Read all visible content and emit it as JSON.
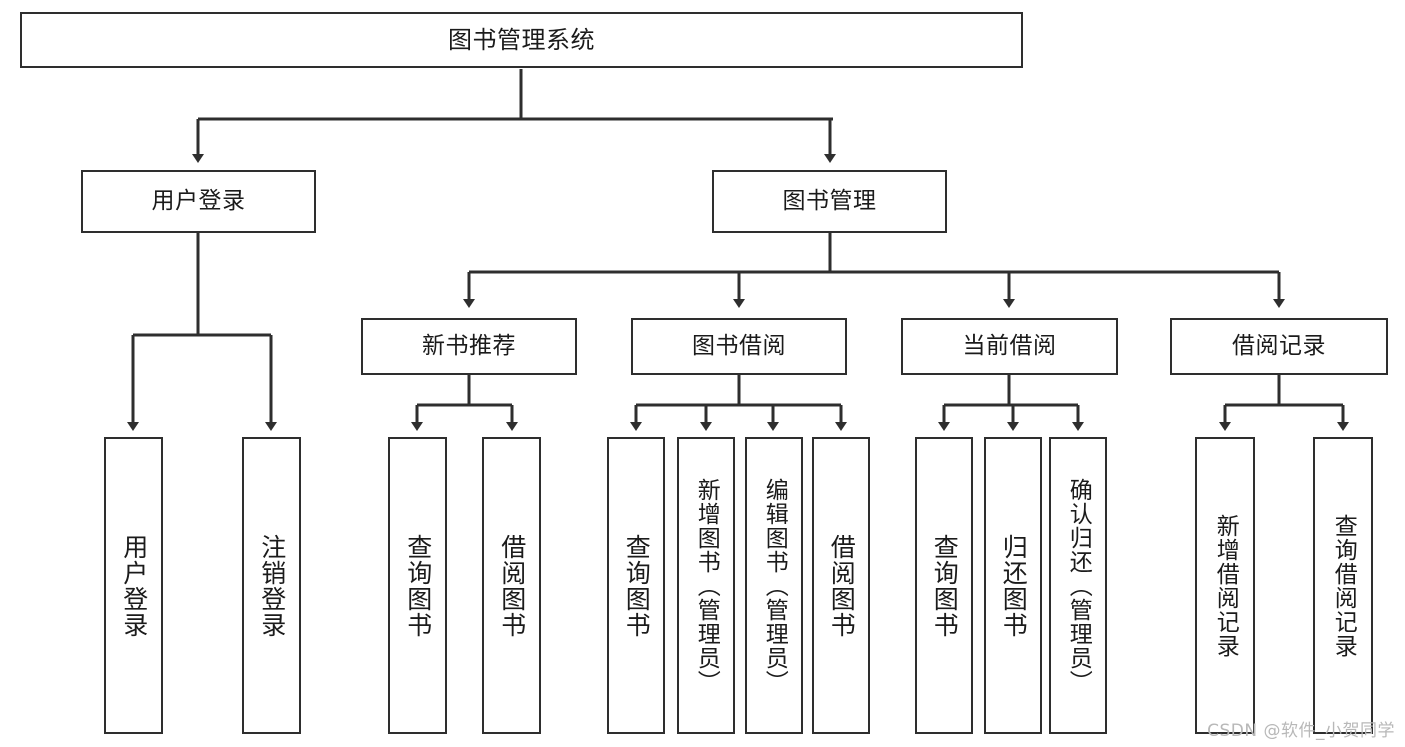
{
  "diagram": {
    "title": "图书管理系统",
    "type": "tree",
    "watermark": "CSDN @软件_小贺同学",
    "stroke_color": "#2e2e2e",
    "fill_color": "#ffffff",
    "text_color": "#1b1b1b",
    "watermark_color": "#b8b8b8"
  },
  "nodes": {
    "root": {
      "label": "图书管理系统"
    },
    "level1": [
      {
        "label": "用户登录"
      },
      {
        "label": "图书管理"
      }
    ],
    "level2": [
      {
        "label": "新书推荐"
      },
      {
        "label": "图书借阅"
      },
      {
        "label": "当前借阅"
      },
      {
        "label": "借阅记录"
      }
    ],
    "leaves": {
      "user_login": [
        {
          "label": "用户登录"
        },
        {
          "label": "注销登录"
        }
      ],
      "new_books": [
        {
          "label": "查询图书"
        },
        {
          "label": "借阅图书"
        }
      ],
      "book_borrow": [
        {
          "label": "查询图书"
        },
        {
          "label": "新增图书（管理员）"
        },
        {
          "label": "编辑图书（管理员）"
        },
        {
          "label": "借阅图书"
        }
      ],
      "current_borrow": [
        {
          "label": "查询图书"
        },
        {
          "label": "归还图书"
        },
        {
          "label": "确认归还（管理员）"
        }
      ],
      "borrow_records": [
        {
          "label": "新增借阅记录"
        },
        {
          "label": "查询借阅记录"
        }
      ]
    }
  },
  "tree_structure": [
    {
      "label": "图书管理系统",
      "children": [
        {
          "label": "用户登录",
          "children": [
            {
              "label": "用户登录"
            },
            {
              "label": "注销登录"
            }
          ]
        },
        {
          "label": "图书管理",
          "children": [
            {
              "label": "新书推荐",
              "children": [
                {
                  "label": "查询图书"
                },
                {
                  "label": "借阅图书"
                }
              ]
            },
            {
              "label": "图书借阅",
              "children": [
                {
                  "label": "查询图书"
                },
                {
                  "label": "新增图书（管理员）"
                },
                {
                  "label": "编辑图书（管理员）"
                },
                {
                  "label": "借阅图书"
                }
              ]
            },
            {
              "label": "当前借阅",
              "children": [
                {
                  "label": "查询图书"
                },
                {
                  "label": "归还图书"
                },
                {
                  "label": "确认归还（管理员）"
                }
              ]
            },
            {
              "label": "借阅记录",
              "children": [
                {
                  "label": "新增借阅记录"
                },
                {
                  "label": "查询借阅记录"
                }
              ]
            }
          ]
        }
      ]
    }
  ]
}
